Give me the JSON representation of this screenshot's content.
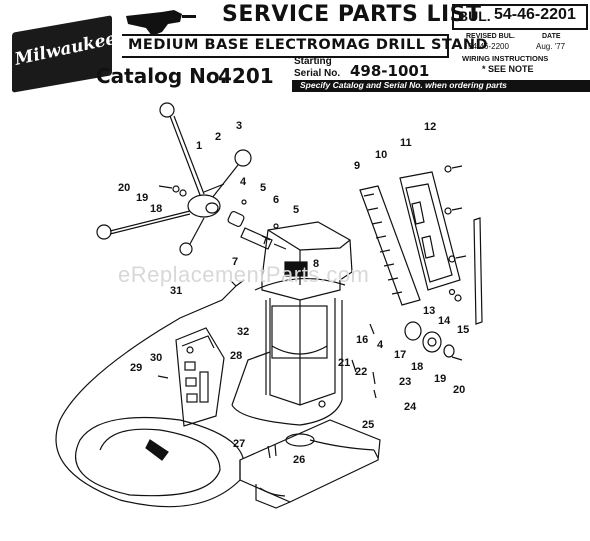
{
  "header": {
    "brand": "Milwaukee",
    "title": "SERVICE PARTS LIST",
    "subtitle": "MEDIUM BASE ELECTROMAG DRILL STAND",
    "catalog_label": "Catalog No.",
    "catalog_number": "4201",
    "serial_label_line1": "Starting",
    "serial_label_line2": "Serial No.",
    "serial_number": "498-1001",
    "specify_note": "Specify Catalog and Serial No. when ordering parts",
    "bulletin_label": "BUL.",
    "bulletin_number": "54-46-2201",
    "revised_label": "REVISED BUL.",
    "revised_value": "54-46-2200",
    "date_label": "DATE",
    "date_value": "Aug. '77",
    "wiring_label": "WIRING INSTRUCTIONS",
    "wiring_value": "* SEE NOTE"
  },
  "watermark": "eReplacementParts.com",
  "part_labels": [
    "1",
    "2",
    "3",
    "4",
    "5",
    "6",
    "5",
    "7",
    "8",
    "9",
    "10",
    "11",
    "12",
    "13",
    "14",
    "15",
    "16",
    "4",
    "17",
    "18",
    "19",
    "20",
    "21",
    "22",
    "23",
    "24",
    "25",
    "26",
    "27",
    "28",
    "29",
    "30",
    "31",
    "32",
    "20",
    "19",
    "18"
  ]
}
